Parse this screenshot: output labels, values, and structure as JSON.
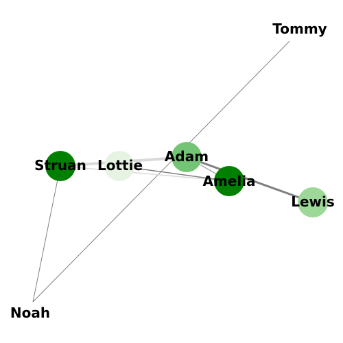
{
  "nodes": [
    {
      "id": "tommy",
      "label": "Tommy",
      "color": null
    },
    {
      "id": "struan",
      "label": "Struan",
      "color": "#008000"
    },
    {
      "id": "lottie",
      "label": "Lottie",
      "color": "#e6f3e3"
    },
    {
      "id": "adam",
      "label": "Adam",
      "color": "#74c476"
    },
    {
      "id": "amelia",
      "label": "Amelia",
      "color": "#008000"
    },
    {
      "id": "lewis",
      "label": "Lewis",
      "color": "#9ed898"
    },
    {
      "id": "noah",
      "label": "Noah",
      "color": null
    }
  ],
  "edges": [
    {
      "source": "tommy",
      "target": "noah",
      "color": "#808080",
      "weight": 1
    },
    {
      "source": "struan",
      "target": "noah",
      "color": "#808080",
      "weight": 1
    },
    {
      "source": "struan",
      "target": "adam",
      "color": "#d9d9d9",
      "weight": 4
    },
    {
      "source": "struan",
      "target": "amelia",
      "color": "#d9d9d9",
      "weight": 1.5
    },
    {
      "source": "lottie",
      "target": "amelia",
      "color": "#808080",
      "weight": 1.5
    },
    {
      "source": "adam",
      "target": "lewis",
      "color": "#808080",
      "weight": 3
    },
    {
      "source": "adam",
      "target": "amelia",
      "color": "#808080",
      "weight": 1
    }
  ]
}
